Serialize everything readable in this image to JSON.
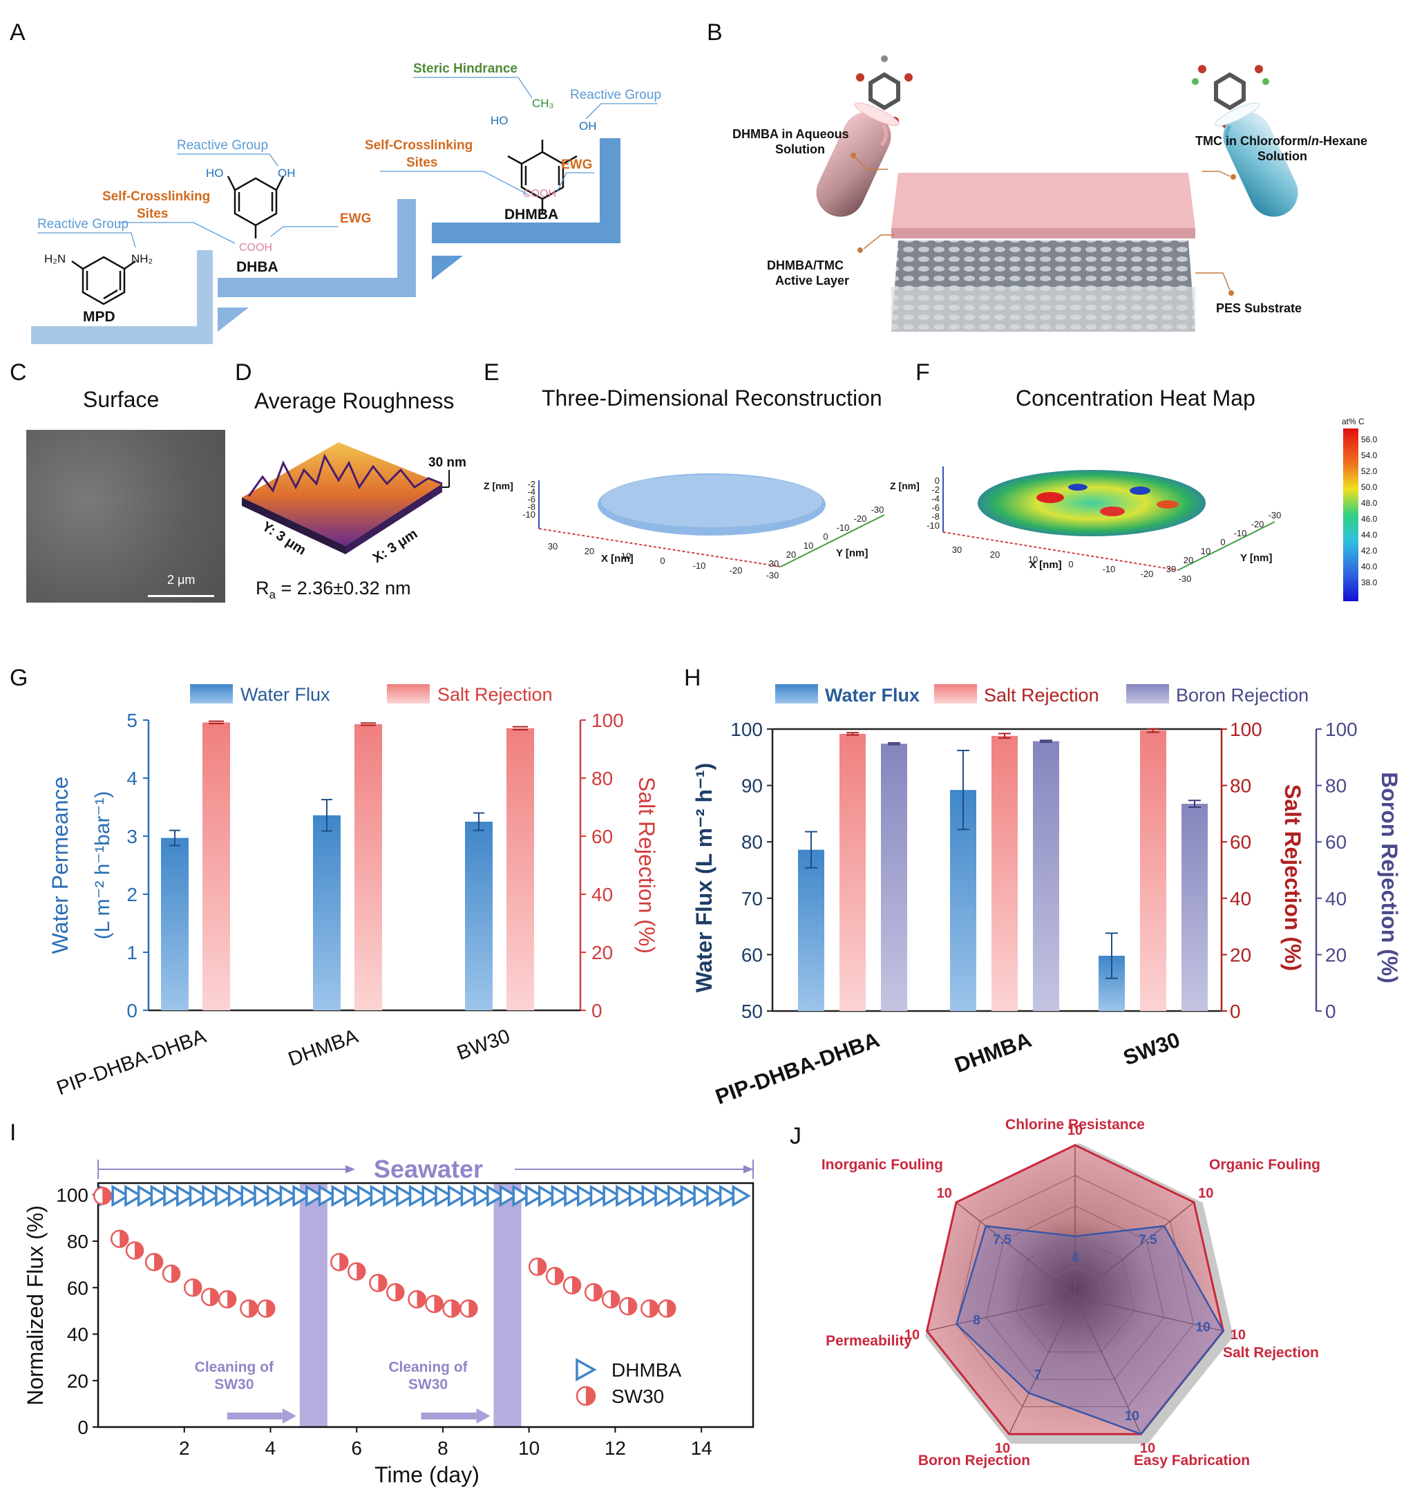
{
  "panels": {
    "A": {
      "letter": "A",
      "mpd": {
        "name": "MPD",
        "reactive": "Reactive Group",
        "nh2a": "H₂N",
        "nh2b": "NH₂"
      },
      "dhba": {
        "name": "DHBA",
        "reactive": "Reactive Group",
        "selfcross1": "Self-Crosslinking",
        "selfcross2": "Sites",
        "ewg": "EWG",
        "ho": "HO",
        "oh": "OH",
        "cooh": "COOH"
      },
      "dhmba": {
        "name": "DHMBA",
        "reactive": "Reactive Group",
        "selfcross1": "Self-Crosslinking",
        "selfcross2": "Sites",
        "ewg": "EWG",
        "steric": "Steric Hindrance",
        "ch3": "CH₃",
        "ho": "HO",
        "oh": "OH",
        "cooh": "COOH"
      }
    },
    "B": {
      "letter": "B",
      "aqueous1": "DHMBA in Aqueous",
      "aqueous2": "Solution",
      "organic1": "TMC in Chloroform/",
      "organic_italic": "n",
      "organic2": "-Hexane",
      "organic3": "Solution",
      "active1": "DHMBA/TMC",
      "active2": "Active Layer",
      "substrate": "PES Substrate"
    },
    "C": {
      "letter": "C",
      "title": "Surface",
      "scale": "2 μm"
    },
    "D": {
      "letter": "D",
      "title": "Average Roughness",
      "zlabel": "30 nm",
      "ylabel": "Y: 3 μm",
      "xlabel": "X: 3 μm",
      "ra_main": "R",
      "ra_sub": "a",
      "ra_rest": " = 2.36±0.32 nm"
    },
    "E": {
      "letter": "E",
      "title": "Three-Dimensional Reconstruction",
      "zlabel": "Z [nm]",
      "xlabel": "X [nm]",
      "ylabel": "Y [nm]",
      "zticks": [
        "-2",
        "-4",
        "-6",
        "-8",
        "-10"
      ],
      "xticks": [
        "30",
        "20",
        "10",
        "0",
        "-10",
        "-20",
        "-30"
      ],
      "yticks": [
        "30",
        "20",
        "10",
        "0",
        "-10",
        "-20",
        "-30"
      ]
    },
    "F": {
      "letter": "F",
      "title": "Concentration Heat Map",
      "zlabel": "Z [nm]",
      "xlabel": "X [nm]",
      "ylabel": "Y [nm]",
      "zticks": [
        "0",
        "-2",
        "-4",
        "-6",
        "-8",
        "-10"
      ],
      "xticks": [
        "30",
        "20",
        "10",
        "0",
        "-10",
        "-20",
        "-30"
      ],
      "yticks": [
        "30",
        "20",
        "10",
        "0",
        "-10",
        "-20",
        "-30"
      ],
      "cbar_title": "at% C",
      "cbar_ticks": [
        "56.0",
        "54.0",
        "52.0",
        "50.0",
        "48.0",
        "46.0",
        "44.0",
        "42.0",
        "40.0",
        "38.0"
      ]
    },
    "G": {
      "letter": "G"
    },
    "H": {
      "letter": "H"
    },
    "I": {
      "letter": "I",
      "seawater": "Seawater",
      "cleaning1": "Cleaning of",
      "cleaning2": "SW30"
    },
    "J": {
      "letter": "J"
    }
  },
  "chart_data": [
    {
      "id": "G",
      "type": "bar",
      "categories": [
        "PIP-DHBA-DHBA",
        "DHMBA",
        "BW30"
      ],
      "series": [
        {
          "name": "Water Flux",
          "axis": "left",
          "values": [
            2.97,
            3.36,
            3.25
          ],
          "errors": [
            0.13,
            0.27,
            0.15
          ],
          "color": "#3f86c9"
        },
        {
          "name": "Salt Rejection",
          "axis": "right",
          "values": [
            99.2,
            98.6,
            97.2
          ],
          "errors": [
            0.4,
            0.4,
            0.5
          ],
          "color": "#f08080"
        }
      ],
      "ylabel_left": "Water Permeance",
      "ylabel_left2": "(L m⁻² h⁻¹bar⁻¹)",
      "ylabel_right": "Salt Rejection (%)",
      "ylim_left": [
        0,
        5
      ],
      "yticks_left": [
        "0",
        "1",
        "2",
        "3",
        "4",
        "5"
      ],
      "ylim_right": [
        0,
        100
      ],
      "yticks_right": [
        "0",
        "20",
        "40",
        "60",
        "80",
        "100"
      ]
    },
    {
      "id": "H",
      "type": "bar",
      "categories": [
        "PIP-DHBA-DHBA",
        "DHMBA",
        "SW30"
      ],
      "series": [
        {
          "name": "Water Flux",
          "axis": "left",
          "values": [
            78.6,
            89.2,
            59.8
          ],
          "errors": [
            3.2,
            7.0,
            4.0
          ],
          "color": "#3f86c9"
        },
        {
          "name": "Salt Rejection",
          "axis": "right",
          "values": [
            98.3,
            97.6,
            99.5
          ],
          "errors": [
            0.4,
            0.8,
            0.6
          ],
          "color": "#f08080"
        },
        {
          "name": "Boron Rejection",
          "axis": "right2",
          "values": [
            94.8,
            95.7,
            73.5
          ],
          "errors": [
            0.3,
            0.3,
            1.2
          ],
          "color": "#8888c0"
        }
      ],
      "ylabel_left": "Water Flux (L m⁻² h⁻¹)",
      "ylabel_right": "Salt Rejection (%)",
      "ylabel_right2": "Boron Rejection (%)",
      "ylim_left": [
        50,
        100
      ],
      "yticks_left": [
        "50",
        "60",
        "70",
        "80",
        "90",
        "100"
      ],
      "ylim_right": [
        0,
        100
      ],
      "yticks_right": [
        "0",
        "20",
        "40",
        "60",
        "80",
        "100"
      ]
    },
    {
      "id": "I",
      "type": "scatter",
      "xlabel": "Time (day)",
      "ylabel": "Normalized Flux (%)",
      "xlim": [
        0,
        15.2
      ],
      "xticks": [
        "2",
        "4",
        "6",
        "8",
        "10",
        "12",
        "14"
      ],
      "ylim": [
        0,
        105
      ],
      "yticks": [
        "0",
        "20",
        "40",
        "60",
        "80",
        "100"
      ],
      "cleaning_days": [
        5.0,
        9.5
      ],
      "series": [
        {
          "name": "DHMBA",
          "color": "#3f86c9",
          "marker": "triangle-right",
          "x": [
            0.2,
            0.5,
            0.8,
            1.1,
            1.4,
            1.7,
            2.0,
            2.3,
            2.6,
            2.9,
            3.2,
            3.5,
            3.8,
            4.1,
            4.4,
            4.7,
            5.0,
            5.3,
            5.6,
            5.9,
            6.2,
            6.5,
            6.8,
            7.1,
            7.4,
            7.7,
            8.0,
            8.3,
            8.6,
            8.9,
            9.2,
            9.5,
            9.8,
            10.1,
            10.4,
            10.7,
            11.0,
            11.3,
            11.6,
            11.9,
            12.2,
            12.5,
            12.8,
            13.1,
            13.4,
            13.7,
            14.0,
            14.3,
            14.6,
            14.9
          ],
          "y": [
            99.5,
            99.5,
            99.5,
            99.5,
            99.5,
            99.5,
            99.5,
            99.5,
            99.5,
            99.5,
            99.5,
            99.5,
            99.5,
            99.5,
            99.5,
            99.5,
            99.5,
            99.5,
            99.5,
            99.5,
            99.5,
            99.5,
            99.5,
            99.5,
            99.5,
            99.5,
            99.5,
            99.5,
            99.5,
            99.5,
            99.5,
            99.5,
            99.5,
            99.5,
            99.5,
            99.5,
            99.5,
            99.5,
            99.5,
            99.5,
            99.5,
            99.5,
            99.5,
            99.5,
            99.5,
            99.5,
            99.5,
            99.5,
            99.5,
            99.5
          ]
        },
        {
          "name": "SW30",
          "color": "#e85c5c",
          "marker": "half-circle",
          "x": [
            0.1,
            0.5,
            0.85,
            1.3,
            1.7,
            2.2,
            2.6,
            3.0,
            3.5,
            3.9,
            5.6,
            6.0,
            6.5,
            6.9,
            7.4,
            7.8,
            8.2,
            8.6,
            10.2,
            10.6,
            11.0,
            11.5,
            11.9,
            12.3,
            12.8,
            13.2
          ],
          "y": [
            99.5,
            81,
            76,
            71,
            66,
            60,
            56,
            55,
            51,
            51,
            71,
            67,
            62,
            58,
            55,
            53,
            51,
            51,
            69,
            65,
            61,
            58,
            55,
            52,
            51,
            51
          ]
        }
      ]
    },
    {
      "id": "J",
      "type": "radar",
      "axes": [
        "Chlorine Resistance",
        "Organic Fouling",
        "Salt Rejection",
        "Easy Fabrication",
        "Boron Rejection",
        "Permeability",
        "Inorganic Fouling"
      ],
      "max": 10,
      "series": [
        {
          "name": "red",
          "values": [
            10,
            10,
            10,
            10,
            10,
            10,
            10
          ],
          "labels": [
            "10",
            "10",
            "10",
            "10",
            "10",
            "10",
            "10"
          ],
          "color": "#c8283c"
        },
        {
          "name": "blue",
          "values": [
            4,
            7.5,
            10,
            10,
            7,
            8,
            7.5
          ],
          "labels": [
            "4",
            "7.5",
            "10",
            "10",
            "7",
            "8",
            "7.5"
          ],
          "color": "#3a56a8"
        }
      ]
    }
  ]
}
